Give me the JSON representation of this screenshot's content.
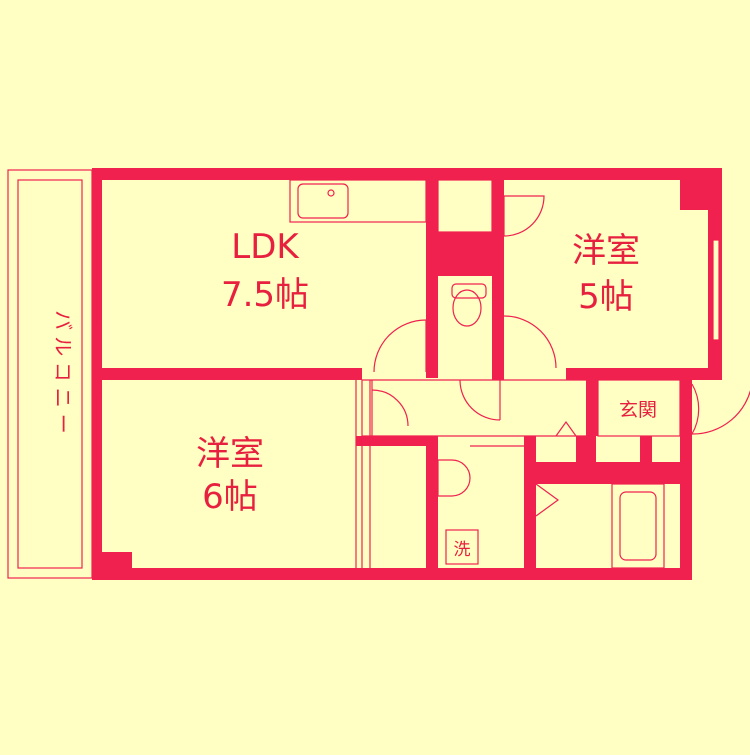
{
  "colors": {
    "background": "#ffffc4",
    "wall": "#f0214f",
    "line": "#f0214f",
    "label": "#e8203f"
  },
  "rooms": {
    "ldk_name": "LDK",
    "ldk_size": "7.5帖",
    "bedroom_5_name": "洋室",
    "bedroom_5_size": "5帖",
    "bedroom_6_name": "洋室",
    "bedroom_6_size": "6帖",
    "balcony": "バルコニー",
    "entrance": "玄関",
    "washer": "洗"
  }
}
